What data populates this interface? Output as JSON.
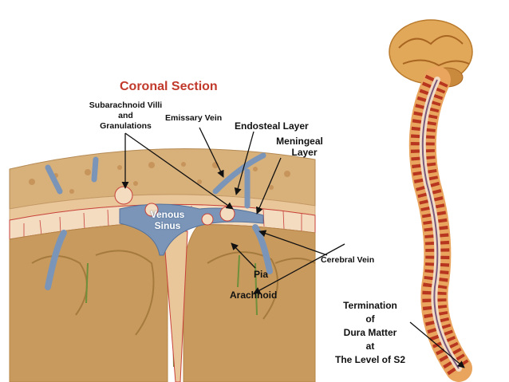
{
  "title": "Coronal Section",
  "colors": {
    "title": "#c1392b",
    "bone": "#d8b07a",
    "dura": "#e9c79a",
    "vessel": "#7b95b8",
    "brain": "#c99a5e",
    "pia": "#c8413a"
  },
  "labels": {
    "villi_1": "Subarachnoid Villi",
    "villi_2": "and",
    "villi_3": "Granulations",
    "emissary": "Emissary Vein",
    "endosteal": "Endosteal Layer",
    "meningeal_1": "Meningeal",
    "meningeal_2": "Layer",
    "venous_1": "Venous",
    "venous_2": "Sinus",
    "cerebral": "Cerebral Vein",
    "pia": "Pia",
    "arachnoid": "Arachnoid",
    "term_1": "Termination",
    "term_2": "of",
    "term_3": "Dura Matter",
    "term_4": "at",
    "term_5": "The Level of S2"
  }
}
